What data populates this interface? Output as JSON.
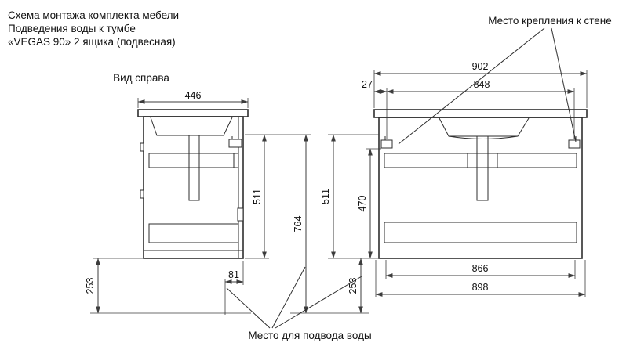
{
  "title": {
    "line1": "Схема монтажа комплекта мебели",
    "line2": "Подведения воды к тумбе",
    "line3": "«VEGAS 90» 2 ящика (подвесная)"
  },
  "labels": {
    "view_label": "Вид справа",
    "wall_mount_label": "Место крепления к стене",
    "water_supply_label": "Место для подвода воды"
  },
  "dims": {
    "side_width": "446",
    "total_width": "902",
    "bracket_offset": "27",
    "bracket_span": "848",
    "side_height": "511",
    "front_height": "511",
    "overall_height": "764",
    "bracket_height": "470",
    "left_drop": "253",
    "right_drop": "253",
    "water_back_offset": "81",
    "inner_width": "866",
    "bottom_width": "898"
  },
  "colors": {
    "line": "#2e2e2e",
    "dimension": "#3c3c3c",
    "background": "#ffffff"
  }
}
